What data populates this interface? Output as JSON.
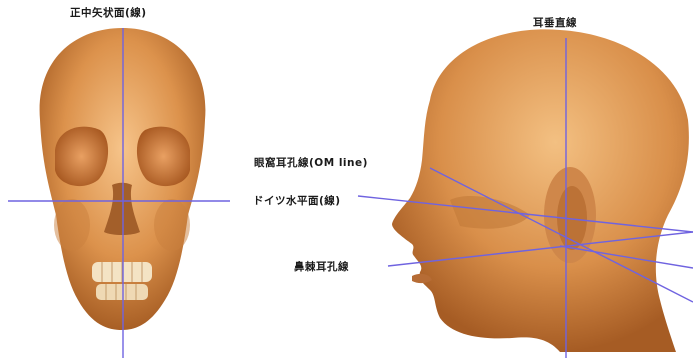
{
  "labels": {
    "midsagittal": "正中矢状面(線)",
    "auricular_vertical": "耳垂直線",
    "orbitomeatal": "眼窩耳孔線(OM line)",
    "frankfort": "ドイツ水平面(線)",
    "acanthiomeatal": "鼻棘耳孔線"
  },
  "colors": {
    "line": "#6f63e0",
    "skull_light": "#f2b878",
    "skull_mid": "#d88d48",
    "skull_dark": "#a05a22",
    "orbit": "#b8692e"
  }
}
